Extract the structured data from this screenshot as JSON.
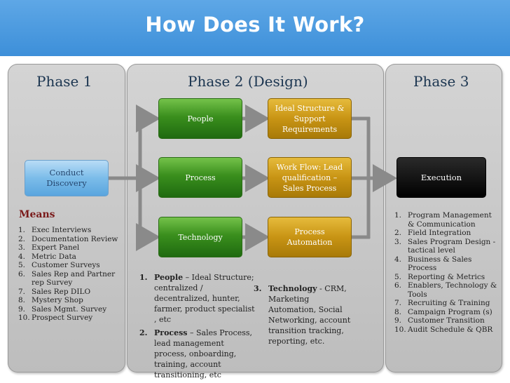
{
  "title": "How Does It Work?",
  "phases": {
    "phase1": {
      "label": "Phase 1",
      "box": "Conduct Discovery",
      "means_title": "Means",
      "means": [
        {
          "n": "1.",
          "text": "Exec Interviews"
        },
        {
          "n": "2.",
          "text": "Documentation Review"
        },
        {
          "n": "3.",
          "text": "Expert Panel"
        },
        {
          "n": "4.",
          "text": "Metric Data"
        },
        {
          "n": "5.",
          "text": "Customer Surveys"
        },
        {
          "n": "6.",
          "text": "Sales Rep and Partner rep Survey"
        },
        {
          "n": "7.",
          "text": "Sales Rep DILO"
        },
        {
          "n": "8.",
          "text": "Mystery Shop"
        },
        {
          "n": "9.",
          "text": "Sales Mgmt. Survey"
        },
        {
          "n": "10.",
          "text": "Prospect Survey"
        }
      ]
    },
    "phase2": {
      "label": "Phase 2 (Design)",
      "green": [
        "People",
        "Process",
        "Technology"
      ],
      "gold": [
        "Ideal Structure & Support Requirements",
        "Work Flow: Lead qualification – Sales Process",
        "Process Automation"
      ],
      "notes": [
        {
          "n": "1.",
          "head": "People",
          "text": " – Ideal Structure; centralized / decentralized, hunter, farmer, product specialist , etc"
        },
        {
          "n": "2.",
          "head": "Process",
          "text": " – Sales Process, lead management process, onboarding, training, account transitioning, etc"
        },
        {
          "n": "3.",
          "head": "Technology",
          "text": " - CRM, Marketing Automation, Social Networking, account transition tracking, reporting, etc."
        }
      ]
    },
    "phase3": {
      "label": "Phase 3",
      "box": "Execution",
      "items": [
        {
          "n": "1.",
          "text": "Program Management & Communication"
        },
        {
          "n": "2.",
          "text": "Field Integration"
        },
        {
          "n": "3.",
          "text": "Sales Program Design - tactical level"
        },
        {
          "n": "4.",
          "text": "Business & Sales Process"
        },
        {
          "n": "5.",
          "text": "Reporting & Metrics"
        },
        {
          "n": "6.",
          "text": "Enablers, Technology & Tools"
        },
        {
          "n": "7.",
          "text": "Recruiting & Training"
        },
        {
          "n": "8.",
          "text": "Campaign Program (s)"
        },
        {
          "n": "9.",
          "text": "Customer Transition"
        },
        {
          "n": "10.",
          "text": "Audit Schedule & QBR"
        }
      ]
    }
  },
  "colors": {
    "header": "#3d8fd9",
    "green": "#3a8f1d",
    "gold": "#c89414",
    "phase_text": "#1b3550",
    "means_title": "#7a1a1a"
  }
}
